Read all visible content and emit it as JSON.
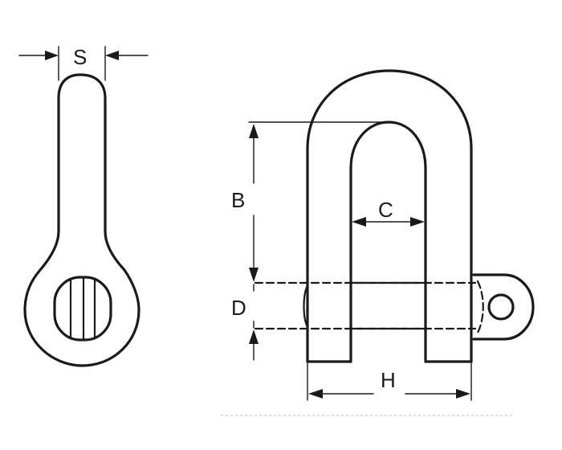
{
  "diagram": {
    "labels": {
      "s": "S",
      "b": "B",
      "c": "C",
      "d": "D",
      "h": "H"
    }
  },
  "colors": {
    "ink": "#1a1a1a",
    "background": "#ffffff"
  }
}
